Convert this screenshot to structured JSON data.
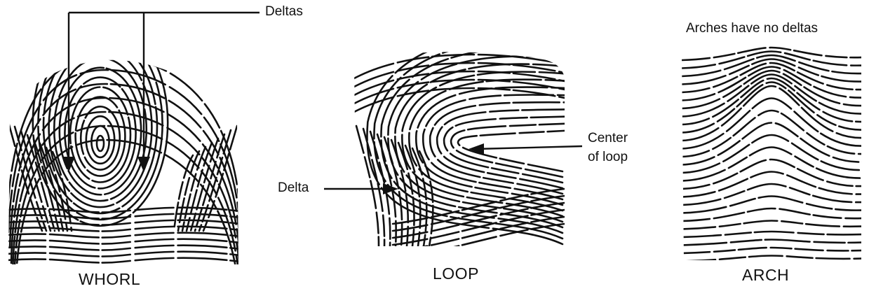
{
  "figure": {
    "panels": [
      {
        "id": "whorl",
        "title": "WHORL"
      },
      {
        "id": "loop",
        "title": "LOOP"
      },
      {
        "id": "arch",
        "title": "ARCH"
      }
    ],
    "annotations": {
      "deltas": "Deltas",
      "arches_note": "Arches have no deltas",
      "center_line1": "Center",
      "center_line2": "of loop",
      "delta": "Delta"
    },
    "colors": {
      "ink": "#111111",
      "background": "#ffffff"
    }
  }
}
